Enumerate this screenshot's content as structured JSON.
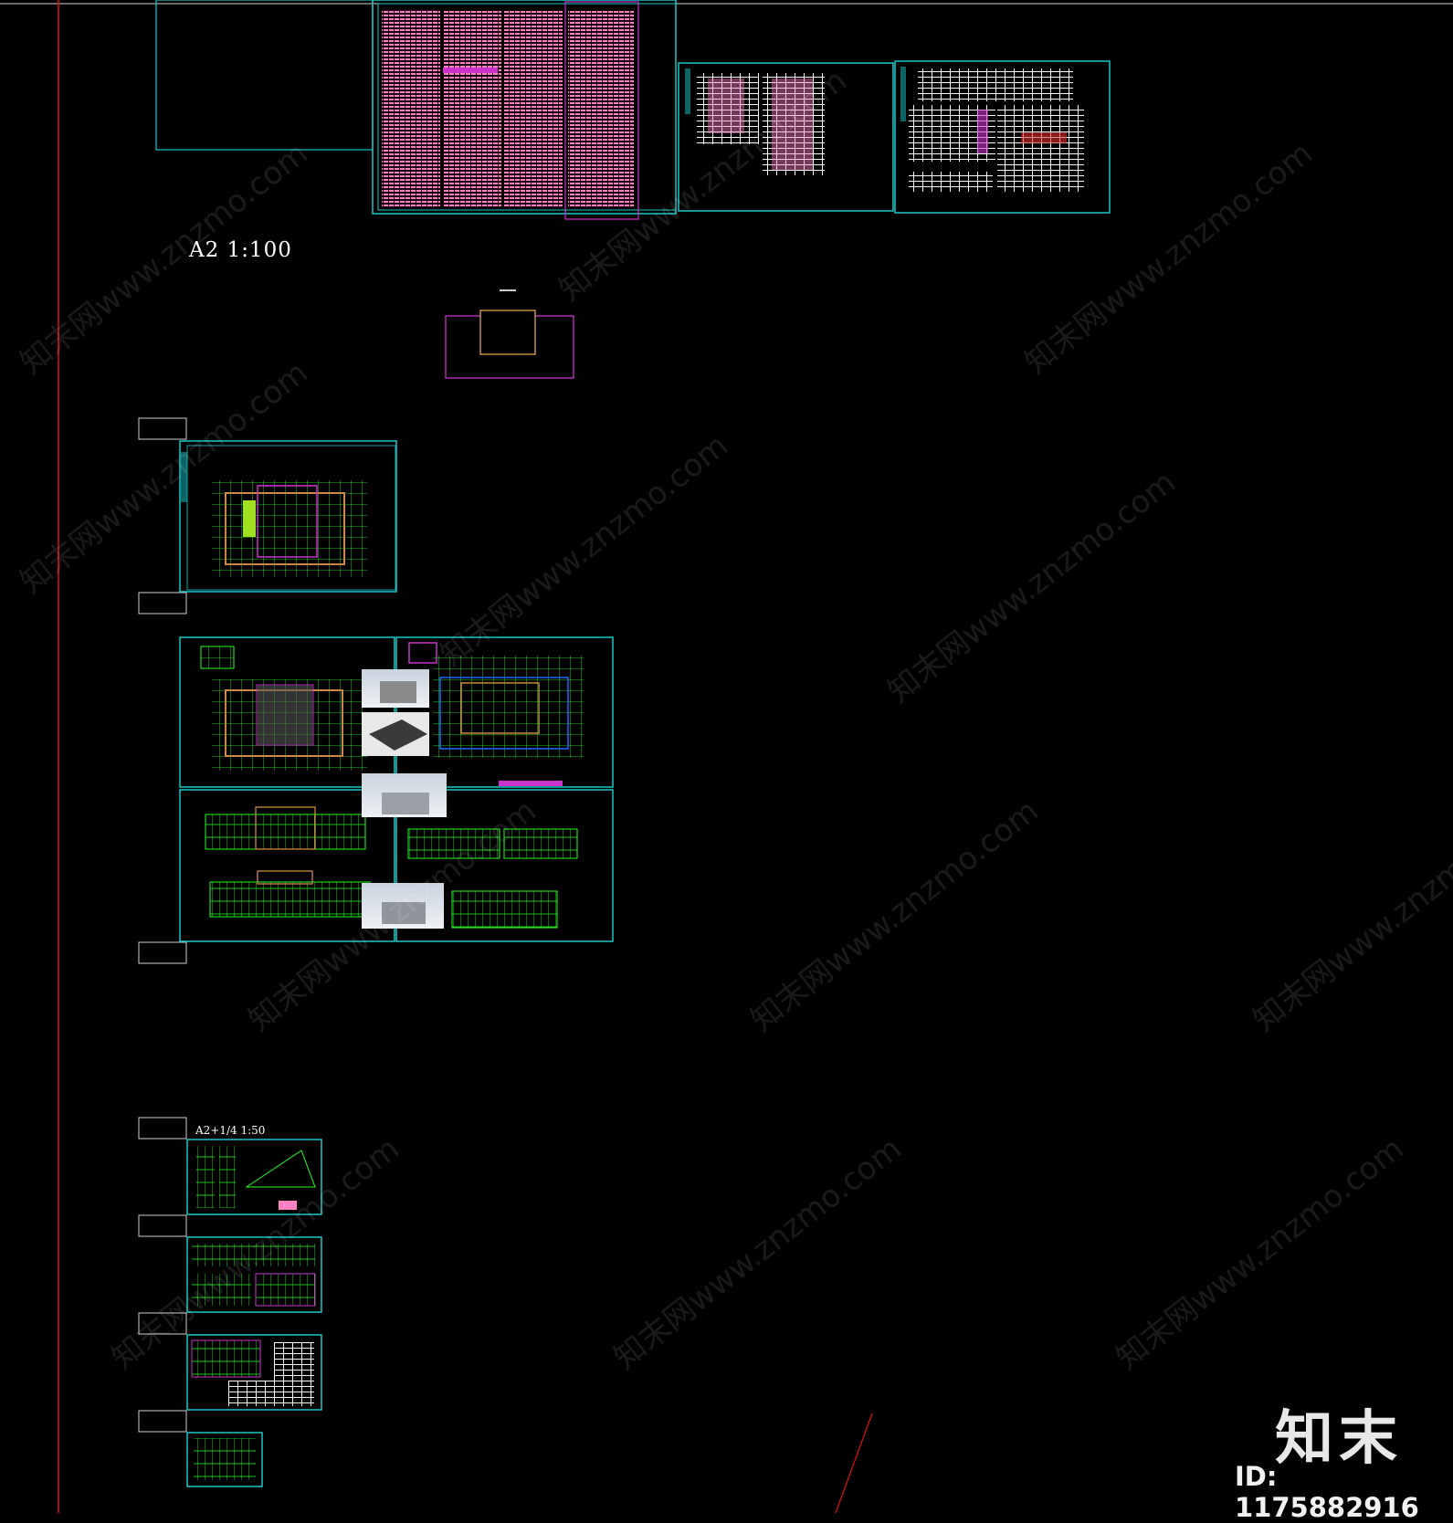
{
  "viewport": {
    "scale_labels": {
      "a2": "A2 1:100",
      "a2_quarter": "A2+1/4 1:50"
    },
    "colors": {
      "background": "#000000",
      "frame": "#18c8c8",
      "linework": "#22ff22",
      "notes": "#ff80c0",
      "accent": "#cc33cc",
      "red_axis": "#e01010"
    }
  },
  "branding": {
    "logo": "知末",
    "id_label": "ID: 1175882916",
    "watermark": "知末网www.znzmo.com"
  }
}
